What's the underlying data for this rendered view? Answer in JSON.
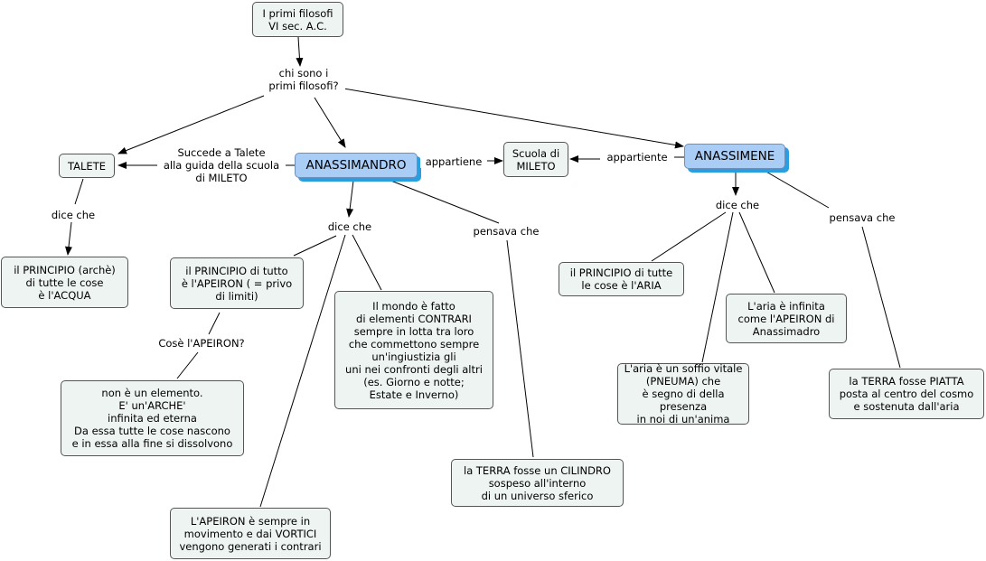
{
  "nodes": {
    "root": "I primi filosofi\nVI sec. A.C.",
    "talete": "TALETE",
    "anassimandro": "ANASSIMANDRO",
    "scuola": "Scuola di\nMILETO",
    "anassimene": "ANASSIMENE",
    "acqua": "il PRINCIPIO (archè)\ndi tutte le cose\nè l'ACQUA",
    "apeiron_def": "il PRINCIPIO di tutto\nè l'APEIRON ( = privo\ndi limiti)",
    "apeiron_cos": "non è un elemento.\nE' un'ARCHE'\ninfinita ed eterna\nDa essa tutte le cose nascono\ne in essa alla fine si dissolvono",
    "contrari": "Il mondo è fatto\ndi elementi CONTRARI\nsempre in lotta tra loro\nche commettono sempre\nun'ingiustizia gli\nuni nei confronti degli altri\n(es. Giorno e notte;\nEstate e Inverno)",
    "vortici": "L'APEIRON è sempre in\nmovimento e dai VORTICI\nvengono generati i contrari",
    "cilindro": "la TERRA fosse un CILINDRO\nsospeso all'interno\ndi un universo sferico",
    "aria": "il PRINCIPIO di tutte\nle cose è l'ARIA",
    "aria_inf": "L'aria è infinita\ncome l'APEIRON di\nAnassimadro",
    "pneuma": "L'aria è un soffio vitale\n(PNEUMA) che\nè segno di della presenza\nin noi di un'anima",
    "piatta": "la TERRA fosse PIATTA\nposta al centro del cosmo\ne sostenuta dall'aria"
  },
  "labels": {
    "chi_sono": "chi sono i\nprimi filosofi?",
    "succede": "Succede a Talete\nalla guida della scuola\ndi MILETO",
    "appartiene1": "appartiene",
    "appartiene2": "appartiente",
    "dice_talete": "dice che",
    "dice_anass": "dice che",
    "pensava_anass": "pensava che",
    "cose_apeiron": "Cosè l'APEIRON?",
    "dice_anassimene": "dice che",
    "pensava_anassimene": "pensava che"
  },
  "colors": {
    "main_fill": "#aacdf6",
    "main_shadow": "#2a9fe0",
    "node_fill": "#eef4f2",
    "line": "#000000"
  }
}
